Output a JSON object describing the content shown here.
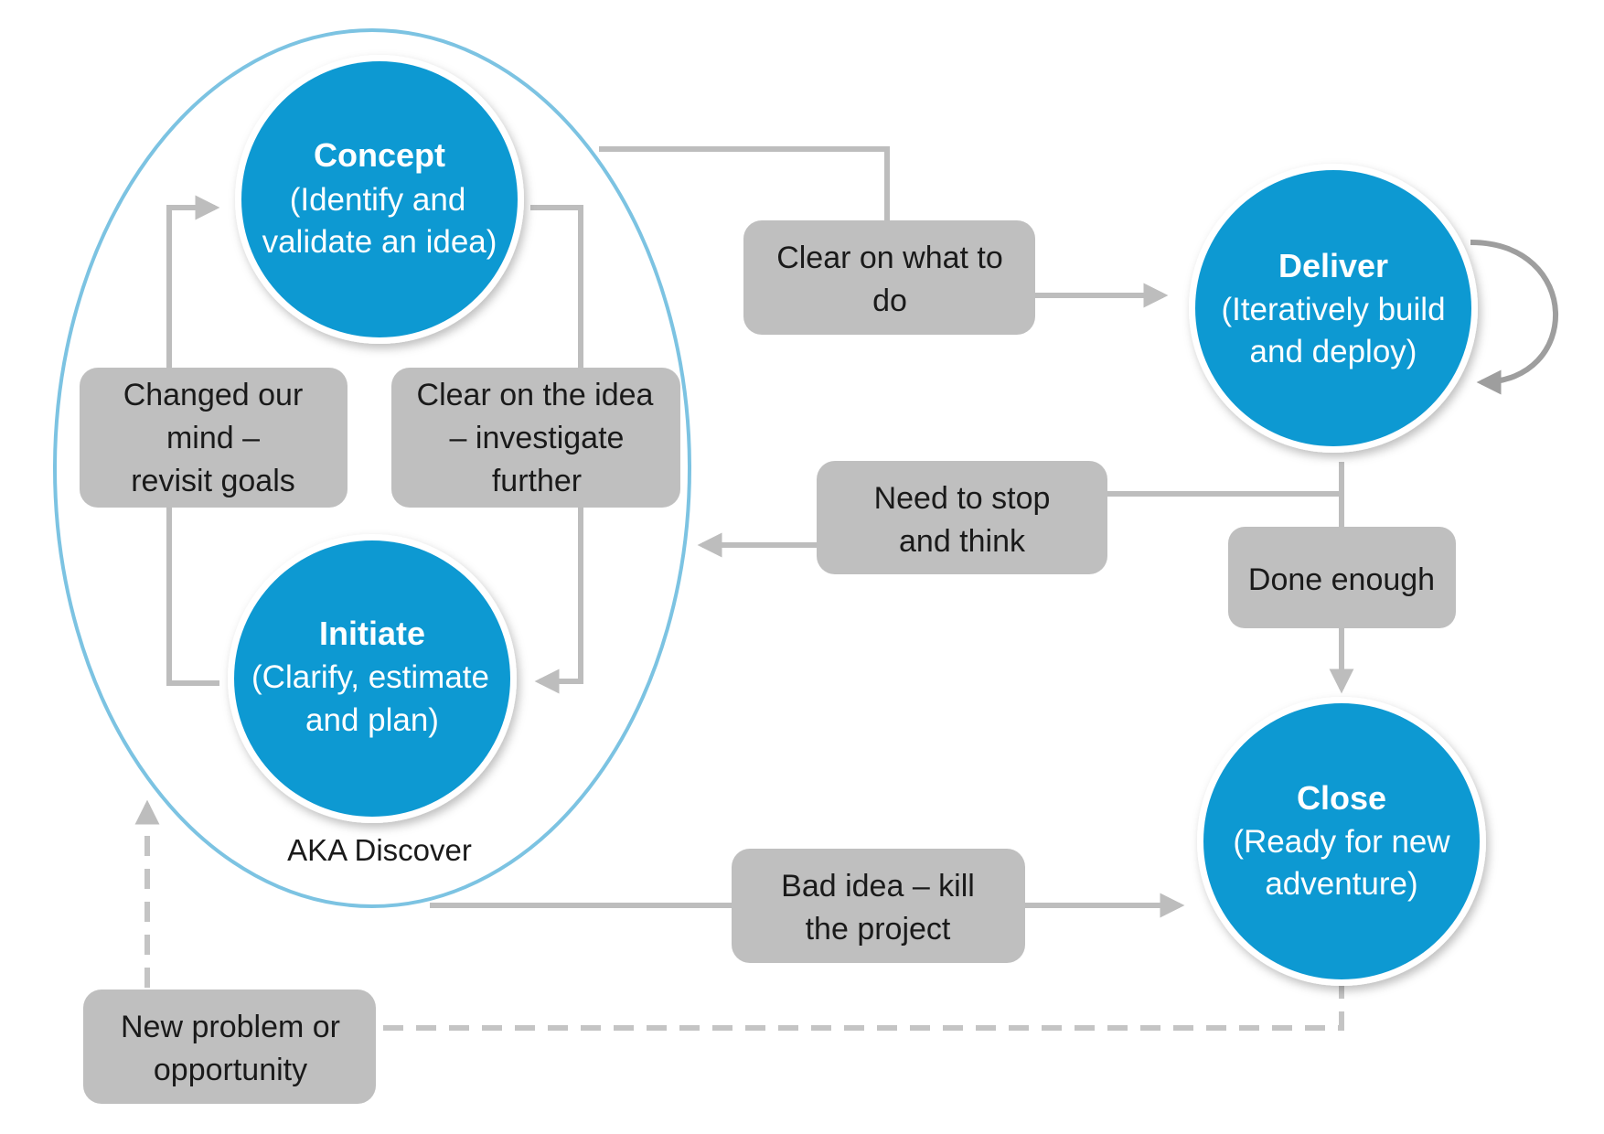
{
  "colors": {
    "circle_fill": "#1199d2",
    "circle_ring": "#ffffff",
    "box_fill": "#bfbfbf",
    "connector": "#bdbdbd",
    "discover_outline": "#7cc3e2"
  },
  "nodes": {
    "concept": {
      "title": "Concept",
      "line1": "(Identify and",
      "line2": "validate an idea)"
    },
    "initiate": {
      "title": "Initiate",
      "line1": "(Clarify, estimate",
      "line2": "and plan)"
    },
    "deliver": {
      "title": "Deliver",
      "line1": "(Iteratively build",
      "line2": "and deploy)"
    },
    "close": {
      "title": "Close",
      "line1": "(Ready for new",
      "line2": "adventure)"
    }
  },
  "discover_label": "AKA Discover",
  "boxes": {
    "changed_mind": {
      "lines": [
        "Changed our",
        "mind –",
        "revisit goals"
      ]
    },
    "clear_idea": {
      "lines": [
        "Clear on the idea",
        "– investigate",
        "further"
      ]
    },
    "clear_todo": {
      "lines": [
        "Clear on what to",
        "do"
      ]
    },
    "stop_think": {
      "lines": [
        "Need to stop",
        "and think"
      ]
    },
    "done_enough": {
      "lines": [
        "Done enough"
      ]
    },
    "bad_idea": {
      "lines": [
        "Bad idea – kill",
        "the project"
      ]
    },
    "new_problem": {
      "lines": [
        "New problem or",
        "opportunity"
      ]
    }
  }
}
